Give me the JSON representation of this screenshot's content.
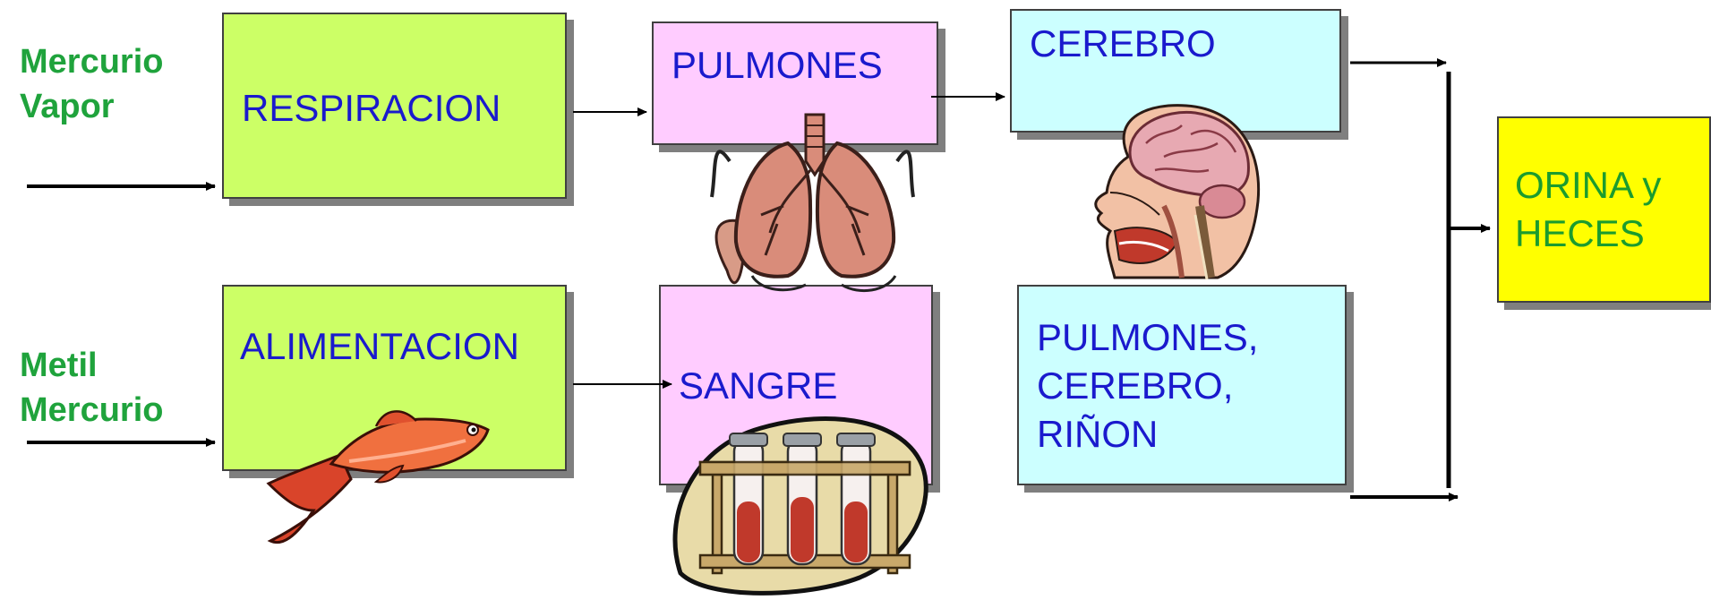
{
  "inputs": {
    "vapor_label": "Mercurio\nVapor",
    "metil_label": "Metil\nMercurio"
  },
  "boxes": {
    "respiracion": "RESPIRACION",
    "alimentacion": "ALIMENTACION",
    "pulmones": "PULMONES",
    "sangre": "SANGRE",
    "cerebro": "CEREBRO",
    "organos": "PULMONES,\nCEREBRO,\nRIÑON",
    "excrecion": "ORINA y\nHECES"
  },
  "illustrations": [
    "lungs-icon",
    "brain-head-icon",
    "fish-icon",
    "test-tubes-icon"
  ],
  "colors": {
    "label_green": "#1fa33c",
    "text_blue": "#1a1acd",
    "excretion_text": "#1b9c2e",
    "green_box": "#ccff66",
    "pink_box": "#ffccff",
    "cyan_box": "#ccffff",
    "yellow_box": "#ffff00"
  }
}
